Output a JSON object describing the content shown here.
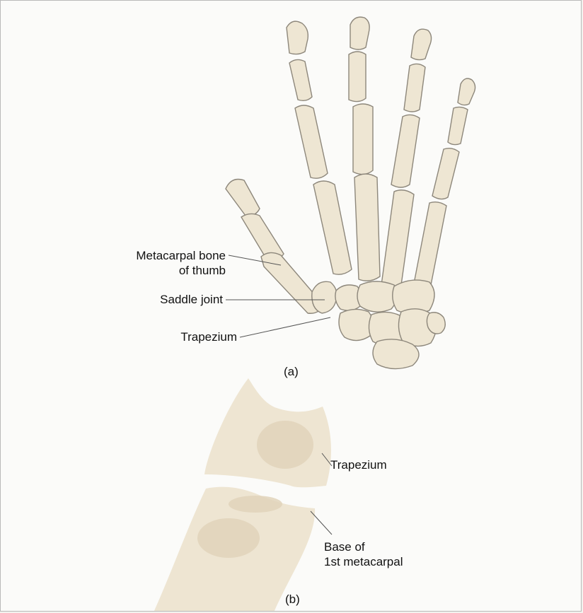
{
  "panel_a": {
    "caption": "(a)",
    "labels": {
      "metacarpal_line1": "Metacarpal bone",
      "metacarpal_line2": "of thumb",
      "saddle_joint": "Saddle joint",
      "trapezium": "Trapezium"
    }
  },
  "panel_b": {
    "caption": "(b)",
    "labels": {
      "trapezium": "Trapezium",
      "base_line1": "Base of",
      "base_line2": "1st metacarpal"
    }
  },
  "colors": {
    "bone_fill": "#eee6d3",
    "bone_outline": "#8d877b",
    "leader_line": "#555555"
  },
  "icons": [
    "hand-skeleton-illustration",
    "saddle-joint-closeup-illustration"
  ]
}
